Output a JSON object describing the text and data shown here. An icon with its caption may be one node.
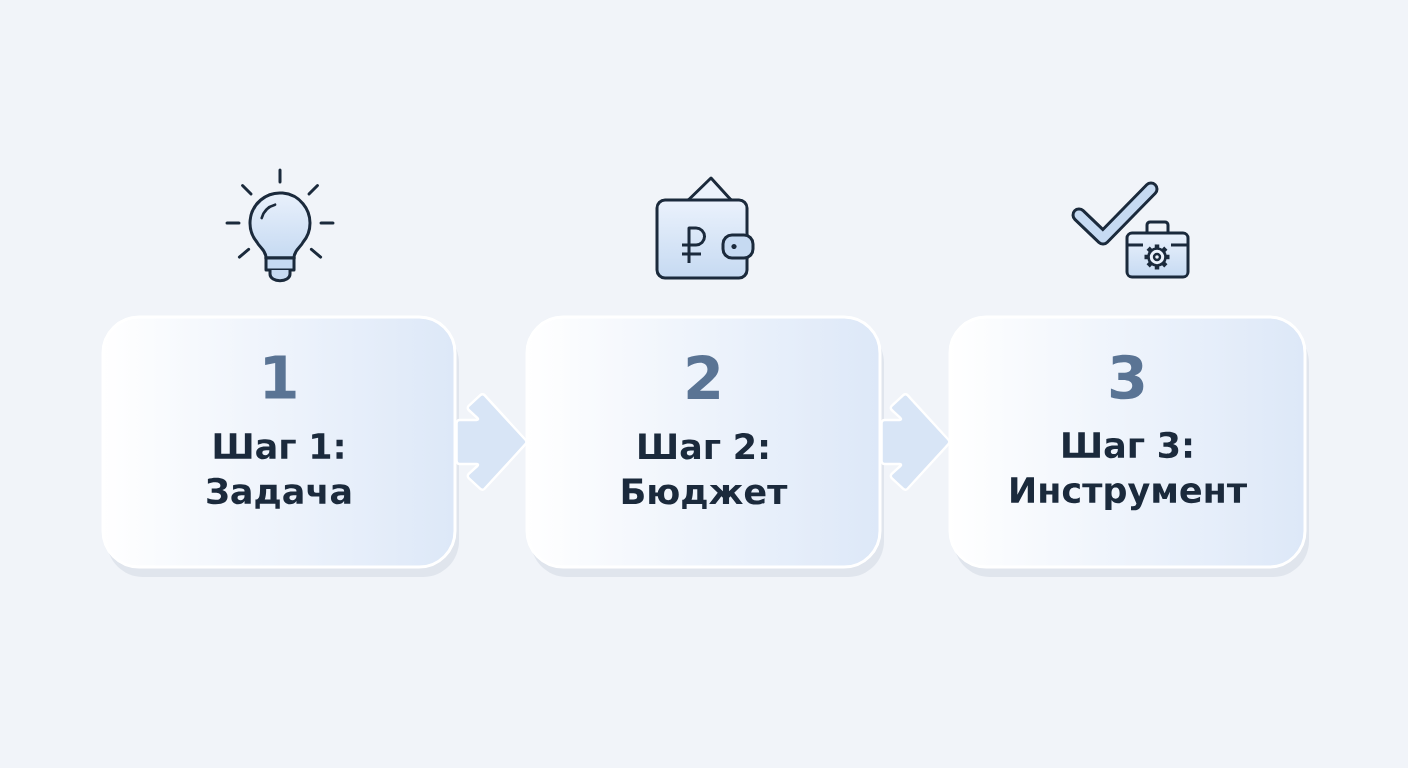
{
  "diagram": {
    "nodes": [
      {
        "text": [
          "1",
          "Шаг 1: Задача"
        ]
      },
      {
        "text": [
          "2",
          "Шаг 2: Бюджет"
        ]
      },
      {
        "text": [
          "3",
          "Шаг 3: Инструмент"
        ]
      }
    ],
    "edges": [
      {
        "from": 0,
        "to": 1,
        "arrow": "to"
      },
      {
        "from": 1,
        "to": 2,
        "arrow": "to"
      }
    ]
  }
}
